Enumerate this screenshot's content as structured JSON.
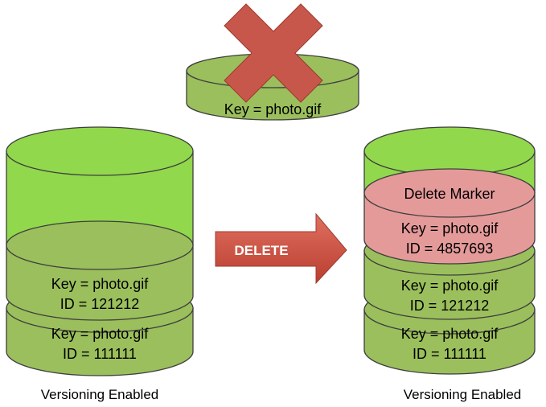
{
  "deleted_object": {
    "label": "Key = photo.gif"
  },
  "left_bucket": {
    "caption": "Versioning  Enabled",
    "versions": [
      {
        "key": "Key = photo.gif",
        "id": "ID = 121212"
      },
      {
        "key": "Key = photo.gif",
        "id": "ID = 111111"
      }
    ]
  },
  "action": {
    "label": "DELETE"
  },
  "right_bucket": {
    "caption": "Versioning  Enabled",
    "marker": {
      "title": "Delete Marker",
      "key": "Key = photo.gif",
      "id": "ID = 4857693"
    },
    "versions": [
      {
        "key": "Key = photo.gif",
        "id": "ID = 121212"
      },
      {
        "key": "Key = photo.gif",
        "id": "ID = 111111"
      }
    ]
  },
  "colors": {
    "bucket_fill": "#91d84c",
    "version_fill": "#9bbf5c",
    "marker_fill": "#e59a9a",
    "arrow_fill": "#cf4b3b",
    "x_fill": "#c8574b",
    "outline": "#3e3e3e"
  }
}
